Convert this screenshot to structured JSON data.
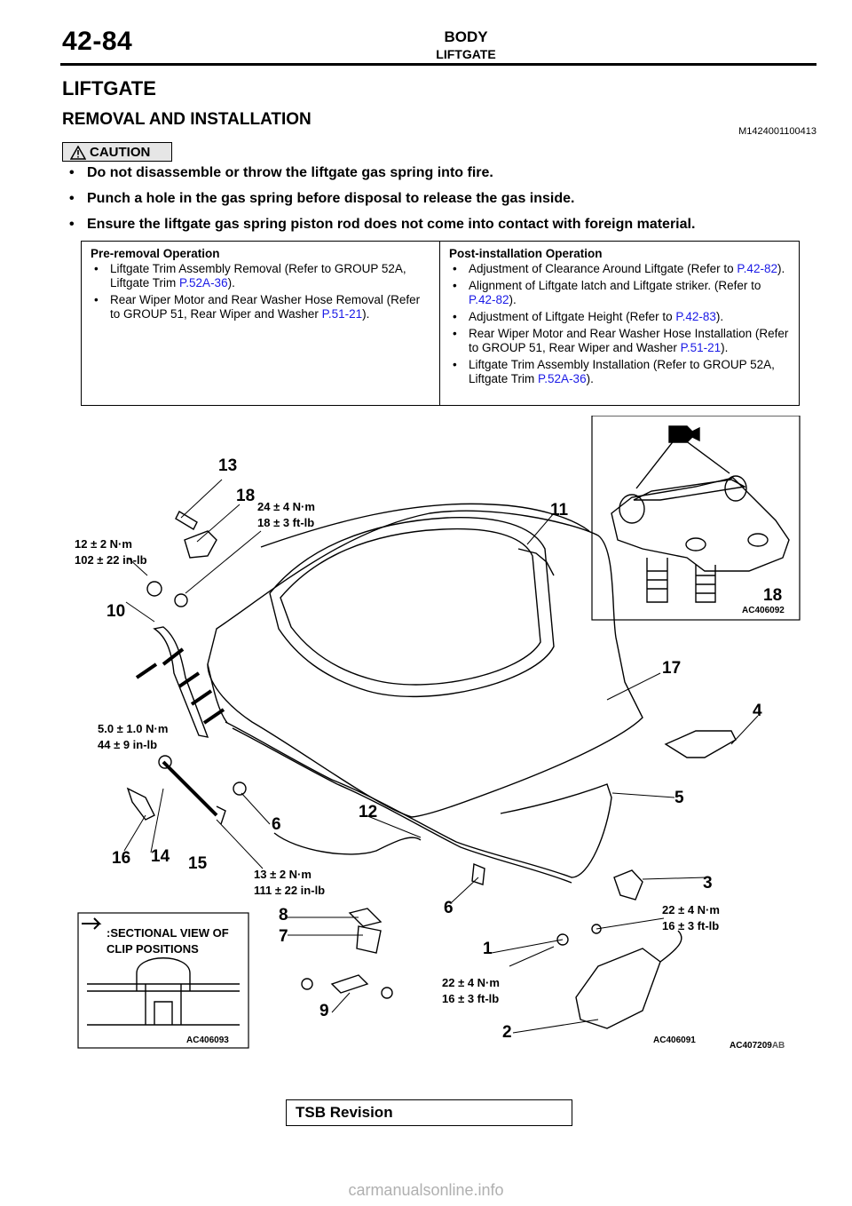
{
  "header": {
    "page_number": "42-84",
    "section": "BODY",
    "subsection": "LIFTGATE"
  },
  "title": "LIFTGATE",
  "subtitle": "REMOVAL AND INSTALLATION",
  "doc_code": "M1424001100413",
  "caution": {
    "label": "CAUTION",
    "items": [
      "Do not disassemble or throw the liftgate gas spring into fire.",
      "Punch a hole in the gas spring before disposal to release the gas inside.",
      "Ensure the liftgate gas spring piston rod does not come into contact with foreign material."
    ]
  },
  "pre_removal": {
    "heading": "Pre-removal Operation",
    "items": [
      {
        "text": "Liftgate Trim Assembly Removal (Refer to GROUP 52A, Liftgate Trim ",
        "link": "P.52A-36",
        "tail": ")."
      },
      {
        "text": "Rear Wiper Motor and Rear Washer Hose Removal (Refer to GROUP 51, Rear Wiper and Washer ",
        "link": "P.51-21",
        "tail": ")."
      }
    ]
  },
  "post_installation": {
    "heading": "Post-installation Operation",
    "items": [
      {
        "text": "Adjustment of Clearance Around Liftgate (Refer to ",
        "link": "P.42-82",
        "tail": ")."
      },
      {
        "text": "Alignment of Liftgate latch and Liftgate striker. (Refer to ",
        "link": "P.42-82",
        "tail": ")."
      },
      {
        "text": "Adjustment of Liftgate Height (Refer to ",
        "link": "P.42-83",
        "tail": ")."
      },
      {
        "text": "Rear Wiper Motor and Rear Washer Hose Installation (Refer to GROUP 51, Rear Wiper and Washer ",
        "link": "P.51-21",
        "tail": ")."
      },
      {
        "text": "Liftgate Trim Assembly Installation (Refer to GROUP 52A, Liftgate Trim ",
        "link": "P.52A-36",
        "tail": ")."
      }
    ]
  },
  "diagram": {
    "callouts": {
      "c13": "13",
      "c18": "18",
      "c11": "11",
      "c10": "10",
      "c17": "17",
      "c4": "4",
      "c5": "5",
      "c6a": "6",
      "c12": "12",
      "c16": "16",
      "c14": "14",
      "c15": "15",
      "c6b": "6",
      "c3": "3",
      "c8": "8",
      "c7": "7",
      "c1": "1",
      "c9": "9",
      "c2": "2",
      "c18b": "18"
    },
    "torques": {
      "t24": "24 ± 4 N·m\n18 ± 3 ft-lb",
      "t12": "12 ± 2 N·m\n102 ± 22 in-lb",
      "t5": "5.0 ± 1.0 N·m\n44 ± 9 in-lb",
      "t13": "13 ± 2 N·m\n111 ± 22 in-lb",
      "t22a": "22 ± 4 N·m\n16 ± 3 ft-lb",
      "t22b": "22 ± 4 N·m\n16 ± 3 ft-lb"
    },
    "sectional_label": ":SECTIONAL VIEW OF\nCLIP POSITIONS",
    "codes": {
      "inset_hinge": "AC406092",
      "inset_clip": "AC406093",
      "main": "AC406091",
      "figure": "AC407209",
      "figure_suffix": "AB"
    }
  },
  "tsb": "TSB Revision",
  "footer": "carmanualsonline.info"
}
